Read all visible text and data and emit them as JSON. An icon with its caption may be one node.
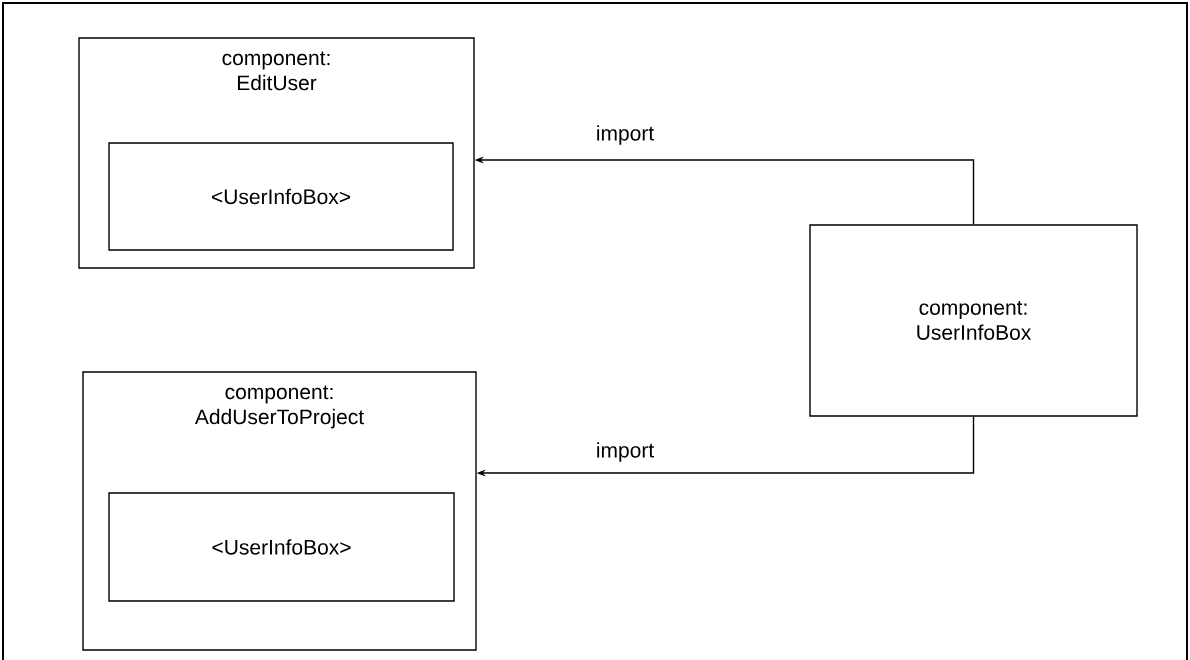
{
  "diagram": {
    "nodes": [
      {
        "text": [
          "component: EditUser"
        ]
      },
      {
        "text": [
          "<UserInfoBox>"
        ],
        "in": 0
      },
      {
        "text": [
          "component: UserInfoBox"
        ]
      },
      {
        "text": [
          "component: AddUserToProject"
        ]
      },
      {
        "text": [
          "<UserInfoBox>"
        ],
        "in": 3
      }
    ],
    "edges": [
      {
        "from": 2,
        "to": 0,
        "arrow": "to",
        "label": "import"
      },
      {
        "from": 2,
        "to": 3,
        "arrow": "to",
        "label": "import"
      }
    ]
  }
}
